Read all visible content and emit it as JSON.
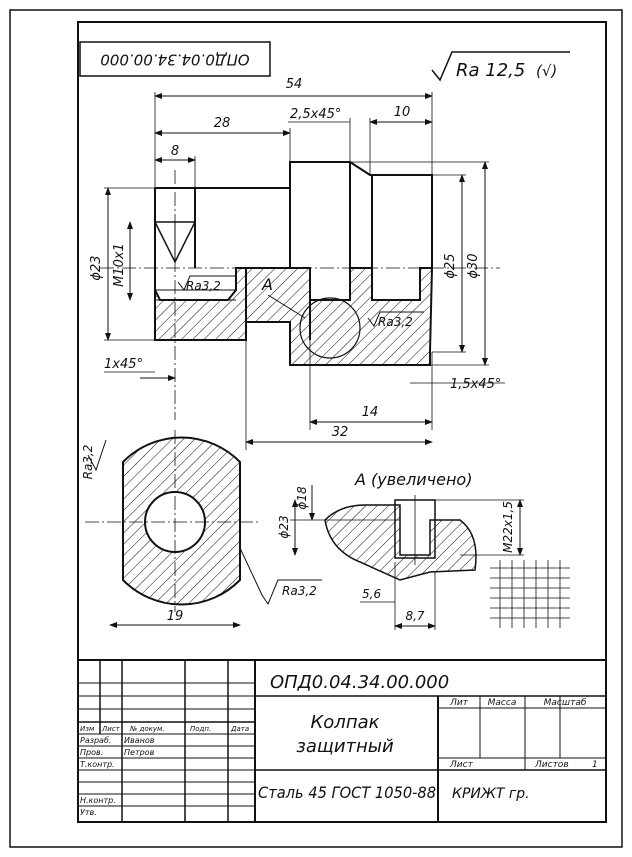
{
  "stamp_code_rotated": "ОПД0.04.34.00.000",
  "roughness_general": {
    "value": "Ra 12,5",
    "suffix": "(√)"
  },
  "dimensions": {
    "d54": "54",
    "d28": "28",
    "d8": "8",
    "chamfer_25": "2,5x45°",
    "d10": "10",
    "dia23": "ϕ23",
    "thread_m10": "M10x1",
    "dia25": "ϕ25",
    "dia30": "ϕ30",
    "chamfer_1": "1x45°",
    "chamfer_15": "1,5x45°",
    "d14": "14",
    "d32": "32",
    "d19": "19",
    "detail_dia23": "ϕ23",
    "detail_dia18": "ϕ18",
    "detail_thread": "M22x1,5",
    "d56": "5,6",
    "d87": "8,7"
  },
  "roughness_marks": {
    "r1": "Ra3,2",
    "r2": "Ra3,2",
    "r3": "Ra3,2",
    "r4": "Ra3,2"
  },
  "labels": {
    "section_a": "A",
    "detail_title": "A (увеличено)"
  },
  "title_block": {
    "designation": "ОПД0.04.34.00.000",
    "part_name_line1": "Колпак",
    "part_name_line2": "защитный",
    "material": "Сталь 45 ГОСТ 1050-88",
    "organization": "КРИЖТ гр.",
    "col_lit": "Лит",
    "col_mass": "Масса",
    "col_scale": "Масштаб",
    "sheet_label": "Лист",
    "sheets_label": "Листов",
    "sheets_value": "1",
    "rev_headers": {
      "izm": "Изм",
      "list": "Лист",
      "doc": "№ докум.",
      "sign": "Подп.",
      "date": "Дата"
    },
    "roles": {
      "razrab": "Разраб.",
      "prov": "Пров.",
      "tkontr": "Т.контр.",
      "nkontr": "Н.контр.",
      "utv": "Утв."
    },
    "names": {
      "razrab": "Иванов",
      "prov": "Петров"
    }
  }
}
